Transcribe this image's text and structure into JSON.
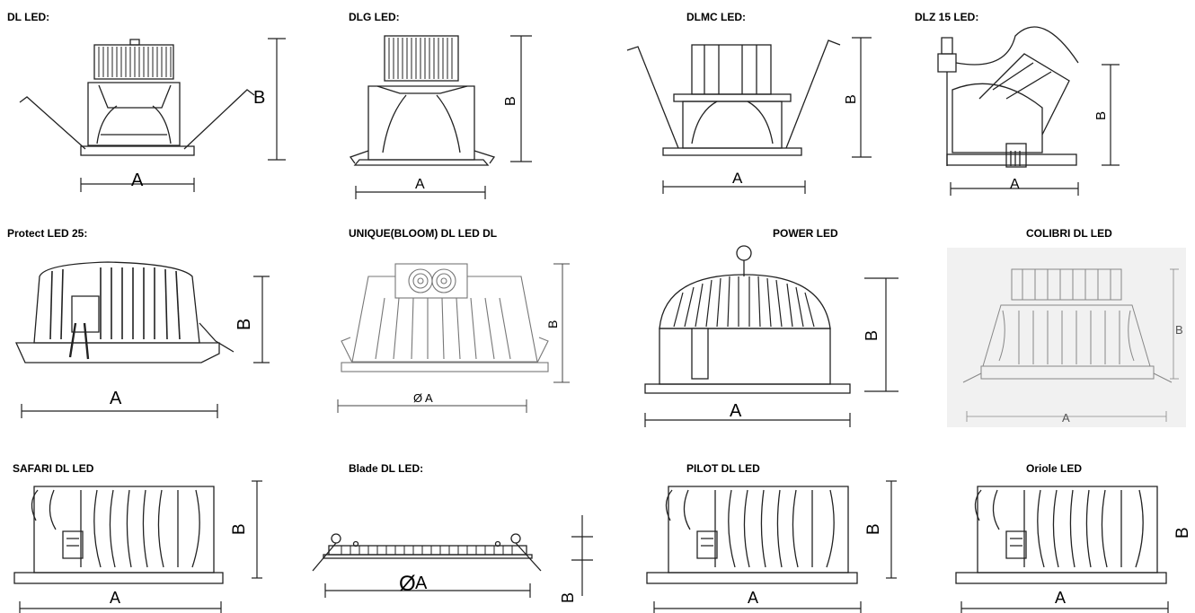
{
  "products": [
    {
      "id": "dl-led",
      "title": "DL LED:",
      "dim_a": "A",
      "dim_b": "B"
    },
    {
      "id": "dlg-led",
      "title": "DLG LED:",
      "dim_a": "A",
      "dim_b": "B"
    },
    {
      "id": "dlmc-led",
      "title": "DLMC LED:",
      "dim_a": "A",
      "dim_b": "B"
    },
    {
      "id": "dlz15-led",
      "title": "DLZ 15 LED:",
      "dim_a": "A",
      "dim_b": "B"
    },
    {
      "id": "protect-led-25",
      "title": "Protect LED 25:",
      "dim_a": "A",
      "dim_b": "B"
    },
    {
      "id": "unique-bloom",
      "title": "UNIQUE(BLOOM) DL LED DL",
      "dim_a": "Ø A",
      "dim_b": "B"
    },
    {
      "id": "power-led",
      "title": "POWER LED",
      "dim_a": "A",
      "dim_b": "B"
    },
    {
      "id": "colibri-dl-led",
      "title": "COLIBRI DL LED",
      "dim_a": "A",
      "dim_b": "B"
    },
    {
      "id": "safari-dl-led",
      "title": "SAFARI DL LED",
      "dim_a": "A",
      "dim_b": "B"
    },
    {
      "id": "blade-dl-led",
      "title": "Blade DL LED:",
      "dim_a": "A",
      "dim_b": "B"
    },
    {
      "id": "pilot-dl-led",
      "title": "PILOT DL LED",
      "dim_a": "A",
      "dim_b": "B"
    },
    {
      "id": "oriole-led",
      "title": "Oriole LED",
      "dim_a": "A",
      "dim_b": "B"
    }
  ],
  "symbols": {
    "diameter": "Ø"
  }
}
